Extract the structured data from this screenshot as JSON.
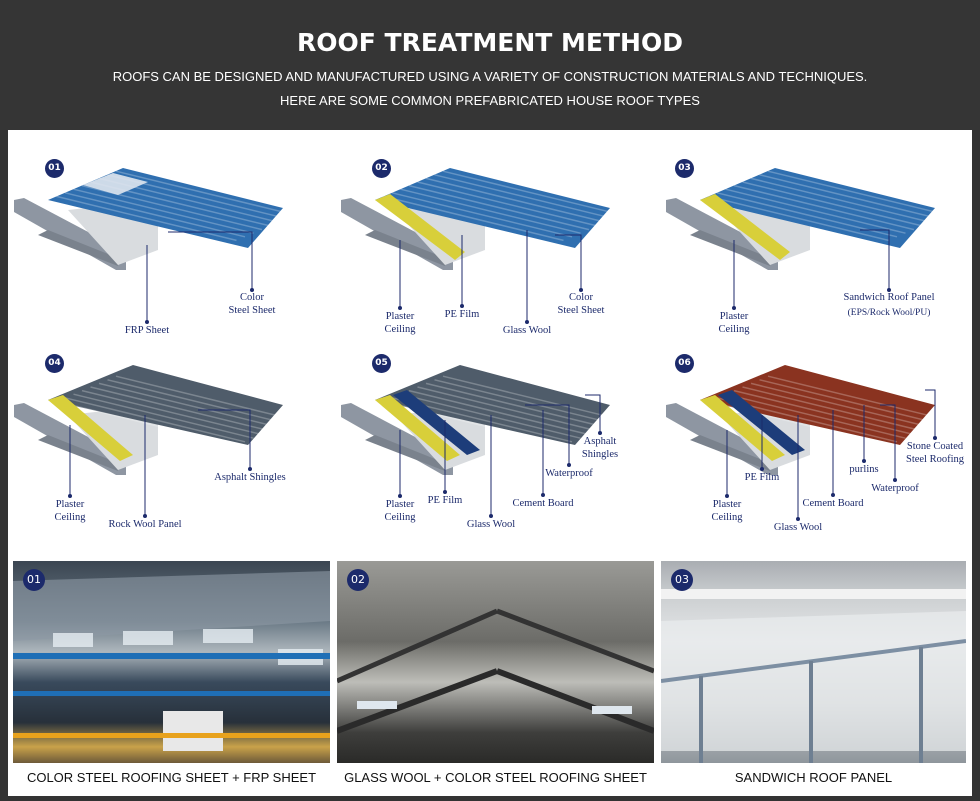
{
  "header": {
    "title": "ROOF TREATMENT METHOD",
    "subtitle_1": "ROOFS CAN BE DESIGNED AND MANUFACTURED USING A VARIETY OF CONSTRUCTION MATERIALS AND TECHNIQUES.",
    "subtitle_2": "HERE ARE SOME COMMON PREFABRICATED HOUSE ROOF TYPES"
  },
  "colors": {
    "header_bg": "#353535",
    "badge": "#1c2a6b",
    "blue_steel": "#2f6fb0",
    "insulation_yellow": "#d8cf3a",
    "asphalt": "#4f5c6a",
    "stone_coated": "#8a3320",
    "frame": "#8e96a2"
  },
  "diagrams": [
    {
      "number": "01",
      "labels": [
        "FRP Sheet",
        "Color\nSteel Sheet"
      ]
    },
    {
      "number": "02",
      "labels": [
        "Plaster\nCeiling",
        "PE Film",
        "Glass Wool",
        "Color\nSteel Sheet"
      ]
    },
    {
      "number": "03",
      "labels": [
        "Plaster\nCeiling",
        "Sandwich Roof Panel",
        "(EPS/Rock Wool/PU)"
      ]
    },
    {
      "number": "04",
      "labels": [
        "Plaster\nCeiling",
        "Rock Wool Panel",
        "Asphalt Shingles"
      ]
    },
    {
      "number": "05",
      "labels": [
        "Plaster\nCeiling",
        "PE Film",
        "Glass Wool",
        "Cement Board",
        "Waterproof",
        "Asphalt\nShingles"
      ]
    },
    {
      "number": "06",
      "labels": [
        "Plaster\nCeiling",
        "PE Film",
        "Glass Wool",
        "Cement Board",
        "purlins",
        "Waterproof",
        "Stone Coated\nSteel Roofing"
      ]
    }
  ],
  "photos": [
    {
      "number": "01",
      "caption": "COLOR STEEL ROOFING SHEET + FRP SHEET"
    },
    {
      "number": "02",
      "caption": "GLASS WOOL + COLOR STEEL ROOFING SHEET"
    },
    {
      "number": "03",
      "caption": "SANDWICH ROOF PANEL"
    }
  ]
}
